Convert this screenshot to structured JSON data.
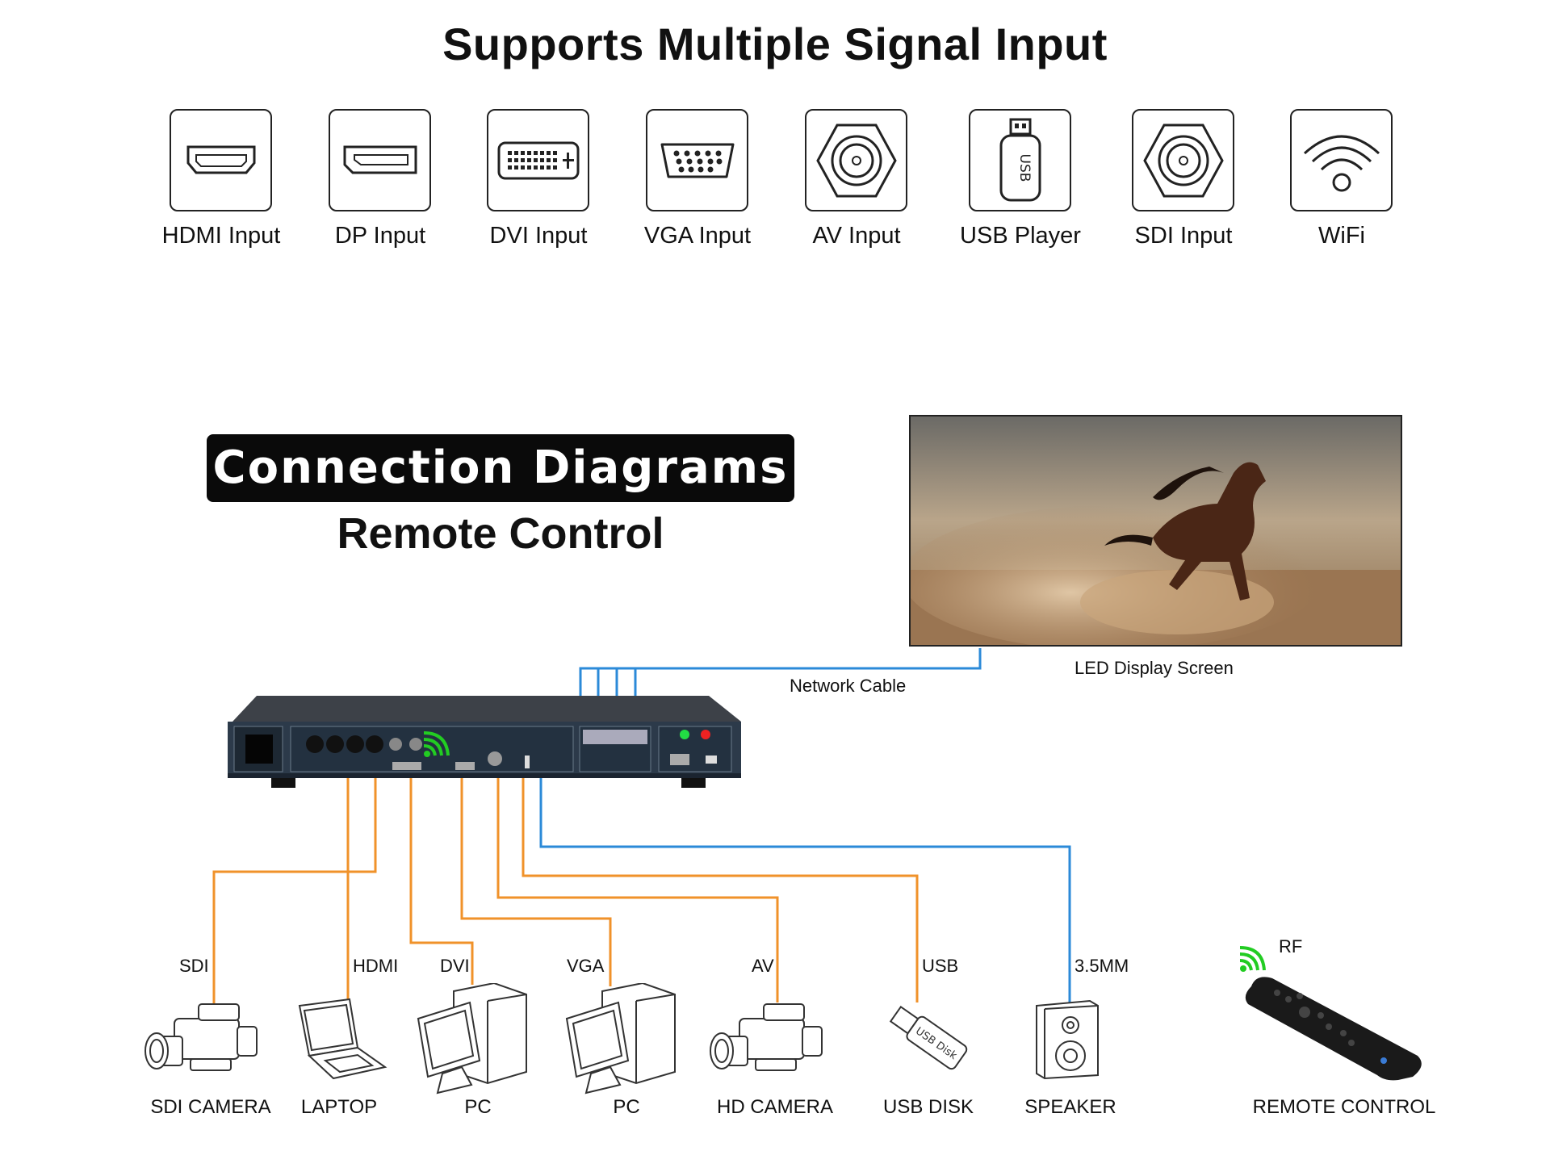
{
  "title": "Supports Multiple Signal Input",
  "inputs": [
    {
      "label": "HDMI Input",
      "icon": "hdmi-port-icon"
    },
    {
      "label": "DP Input",
      "icon": "displayport-icon"
    },
    {
      "label": "DVI Input",
      "icon": "dvi-port-icon"
    },
    {
      "label": "VGA Input",
      "icon": "vga-port-icon"
    },
    {
      "label": "AV Input",
      "icon": "bnc-port-icon"
    },
    {
      "label": "USB Player",
      "icon": "usb-drive-icon"
    },
    {
      "label": "SDI Input",
      "icon": "bnc-port-icon"
    },
    {
      "label": "WiFi",
      "icon": "wifi-icon"
    }
  ],
  "diagram": {
    "banner": "Connection Diagrams",
    "subtitle": "Remote Control",
    "screen_label": "LED Display Screen",
    "network_label": "Network  Cable",
    "connections": [
      "SDI",
      "HDMI",
      "DVI",
      "VGA",
      "AV",
      "USB",
      "3.5MM",
      "RF"
    ],
    "devices": [
      "SDI CAMERA",
      "LAPTOP",
      "PC",
      "PC",
      "HD CAMERA",
      "USB DISK",
      "SPEAKER",
      "REMOTE CONTROL"
    ],
    "colors": {
      "signal_wire": "#f0922a",
      "network_wire": "#2b8ad8",
      "audio_wire": "#2b8ad8",
      "rf_signal": "#22cc22"
    }
  }
}
